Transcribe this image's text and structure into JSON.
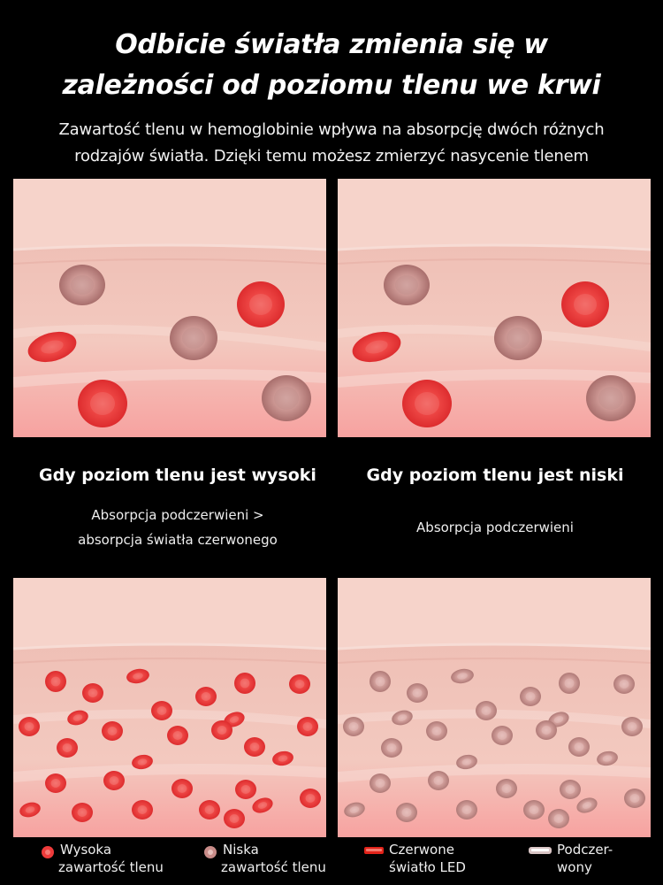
{
  "header": {
    "title_line1": "Odbicie światła zmienia się w",
    "title_line2": "zależności od poziomu tlenu we krwi",
    "subtitle_line1": "Zawartość tlenu w hemoglobinie wpływa na absorpcję dwóch różnych",
    "subtitle_line2": "rodzajów światła. Dzięki temu możesz zmierzyć nasycenie tlenem"
  },
  "sections": {
    "left": {
      "caption": "Gdy poziom tlenu jest wysoki",
      "desc_line1": "Absorpcja podczerwieni >",
      "desc_line2": "absorpcja światła czerwonego"
    },
    "right": {
      "caption": "Gdy poziom tlenu jest niski",
      "desc_line1": "Absorpcja podczerwieni"
    }
  },
  "legend": {
    "high_oxygen": {
      "line1": "Wysoka",
      "line2": "zawartość tlenu"
    },
    "low_oxygen": {
      "line1": "Niska",
      "line2": "zawartość tlenu"
    },
    "red_led": {
      "line1": "Czerwone",
      "line2": "światło LED"
    },
    "infrared": {
      "line1": "Podczer-",
      "line2": "wony"
    }
  },
  "colors": {
    "background": "#000000",
    "high_oxygen_cell": "#ee3b3b",
    "low_oxygen_cell": "#c98c89",
    "red_led": "#e2231a",
    "infrared": "#f0e6e6"
  }
}
